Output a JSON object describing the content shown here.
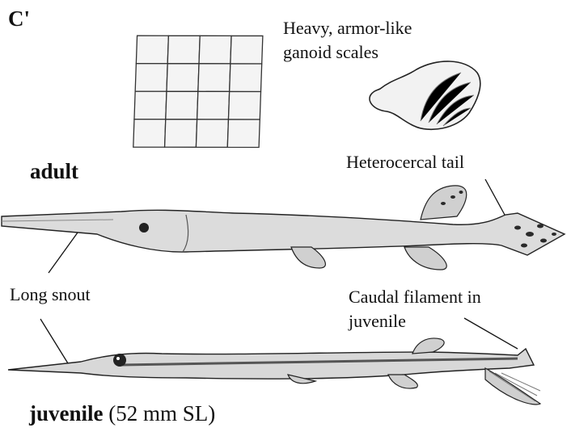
{
  "panel": {
    "label": "C'"
  },
  "labels": {
    "scales_line1": "Heavy, armor-like",
    "scales_line2": "ganoid scales",
    "adult": "adult",
    "heterocercal_tail": "Heterocercal tail",
    "long_snout": "Long snout",
    "caudal_line1": "Caudal filament in",
    "caudal_line2": "juvenile",
    "juvenile_word": "juvenile",
    "juvenile_size": "(52 mm SL)"
  },
  "colors": {
    "ink": "#111111",
    "fish_body": "#dcdcdc",
    "fish_shade": "#9a9a9a",
    "spots": "#2a2a2a"
  }
}
